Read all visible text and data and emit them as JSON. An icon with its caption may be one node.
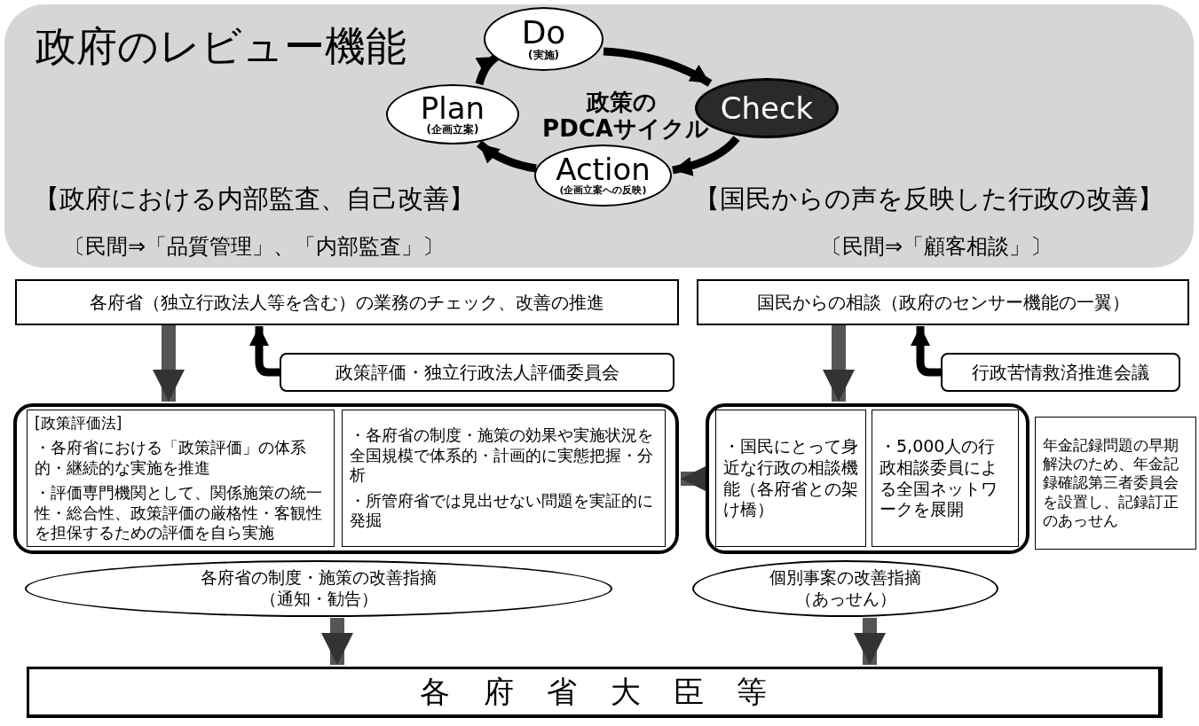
{
  "diagram": {
    "title": "政府のレビュー機能",
    "nodes": [
      {
        "text": [
          "Plan",
          "(企画立案)"
        ]
      },
      {
        "text": [
          "Do",
          "(実施)"
        ]
      },
      {
        "text": [
          "Check"
        ]
      },
      {
        "text": [
          "Action",
          "(企画立案への反映)"
        ]
      },
      {
        "text": [
          "各府省（独立行政法人等を含む）の業務のチェック、改善の推進"
        ]
      },
      {
        "text": [
          "国民からの相談（政府のセンサー機能の一翼）"
        ]
      },
      {
        "text": [
          "政策評価・独立行政法人評価委員会"
        ]
      },
      {
        "text": [
          "行政苦情救済推進会議"
        ]
      },
      {
        "text": [],
        "shape": "box"
      },
      {
        "text": [
          "[政策評価法]",
          "・各府省における「政策評価」の体系的・継続的な実施を推進",
          "・評価専門機関として、関係施策の統一性・総合性、政策評価の厳格性・客観性を担保するための評価を自ら実施"
        ],
        "in": 8
      },
      {
        "text": [
          "・各府省の制度・施策の効果や実施状況を全国規模で体系的・計画的に実態把握・分析",
          "・所管府省では見出せない問題を実証的に発掘"
        ],
        "in": 8
      },
      {
        "text": [],
        "shape": "box"
      },
      {
        "text": [
          "・国民にとって身近な行政の相談機能（各府省との架け橋）"
        ],
        "in": 11
      },
      {
        "text": [
          "・5,000人の行政相談委員による全国ネットワークを展開"
        ],
        "in": 11
      },
      {
        "text": [
          "年金記録問題の早期解決のため、年金記録確認第三者委員会を設置し、記録訂正のあっせん"
        ]
      },
      {
        "text": [
          "各府省の制度・施策の改善指摘",
          "（通知・勧告）"
        ]
      },
      {
        "text": [
          "個別事案の改善指摘",
          "（あっせん）"
        ]
      },
      {
        "text": [
          "各府省大臣等"
        ]
      }
    ],
    "edges": [
      {
        "from": 0,
        "to": 1,
        "arrow": "to"
      },
      {
        "from": 1,
        "to": 2,
        "arrow": "to"
      },
      {
        "from": 2,
        "to": 3,
        "arrow": "to"
      },
      {
        "from": 3,
        "to": 0,
        "arrow": "to"
      },
      {
        "from": 4,
        "to": 8,
        "arrow": "to"
      },
      {
        "from": 6,
        "to": 4,
        "arrow": "to"
      },
      {
        "from": 5,
        "to": 11,
        "arrow": "to"
      },
      {
        "from": 7,
        "to": 5,
        "arrow": "to"
      },
      {
        "from": 11,
        "to": 8,
        "arrow": "to"
      },
      {
        "from": 15,
        "to": 17,
        "arrow": "to"
      },
      {
        "from": 16,
        "to": 17,
        "arrow": "to"
      }
    ],
    "labels": [
      "政策の",
      "PDCAサイクル",
      "【政府における内部監査、自己改善】",
      "〔民間⇒「品質管理」、「内部監査」〕",
      "【国民からの声を反映した行政の改善】",
      "〔民間⇒「顧客相談」〕"
    ]
  }
}
